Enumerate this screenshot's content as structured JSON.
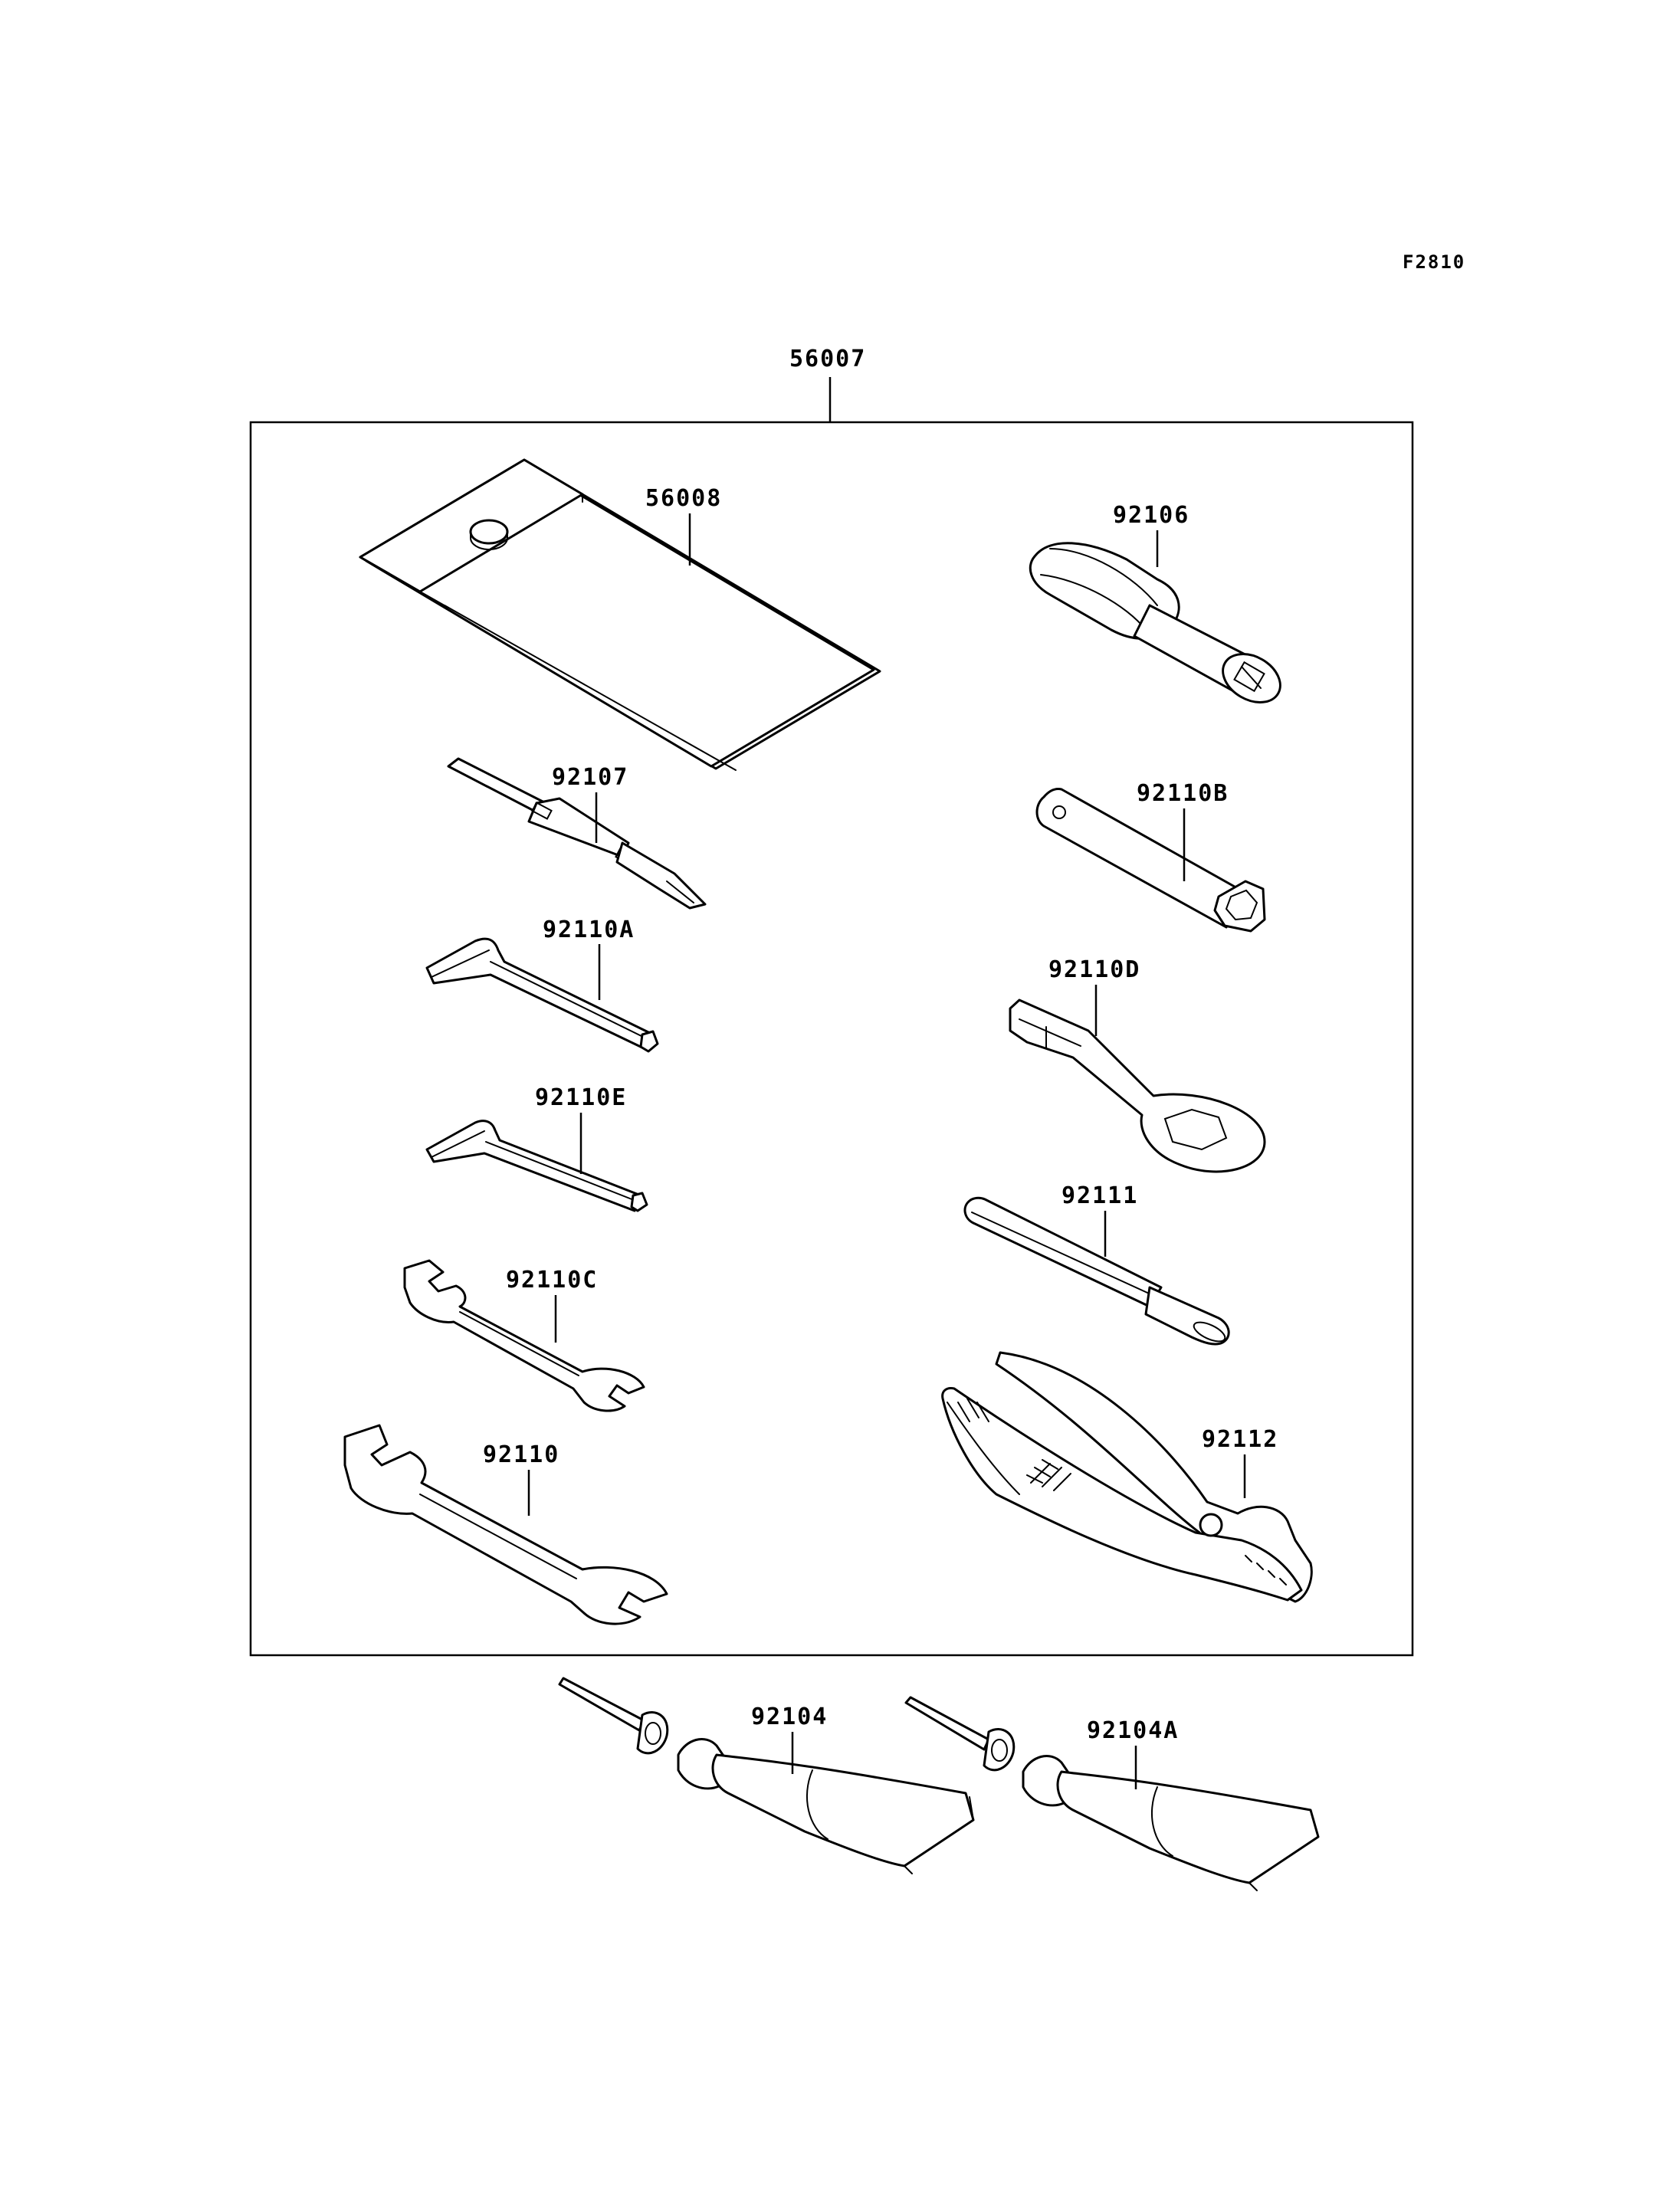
{
  "diagram_code": "F2810",
  "kit_label": "56007",
  "parts": {
    "p56008": "56008",
    "p92106": "92106",
    "p92107": "92107",
    "p92110B": "92110B",
    "p92110A": "92110A",
    "p92110D": "92110D",
    "p92110E": "92110E",
    "p92111": "92111",
    "p92110C": "92110C",
    "p92112": "92112",
    "p92110": "92110",
    "p92104": "92104",
    "p92104A": "92104A"
  }
}
